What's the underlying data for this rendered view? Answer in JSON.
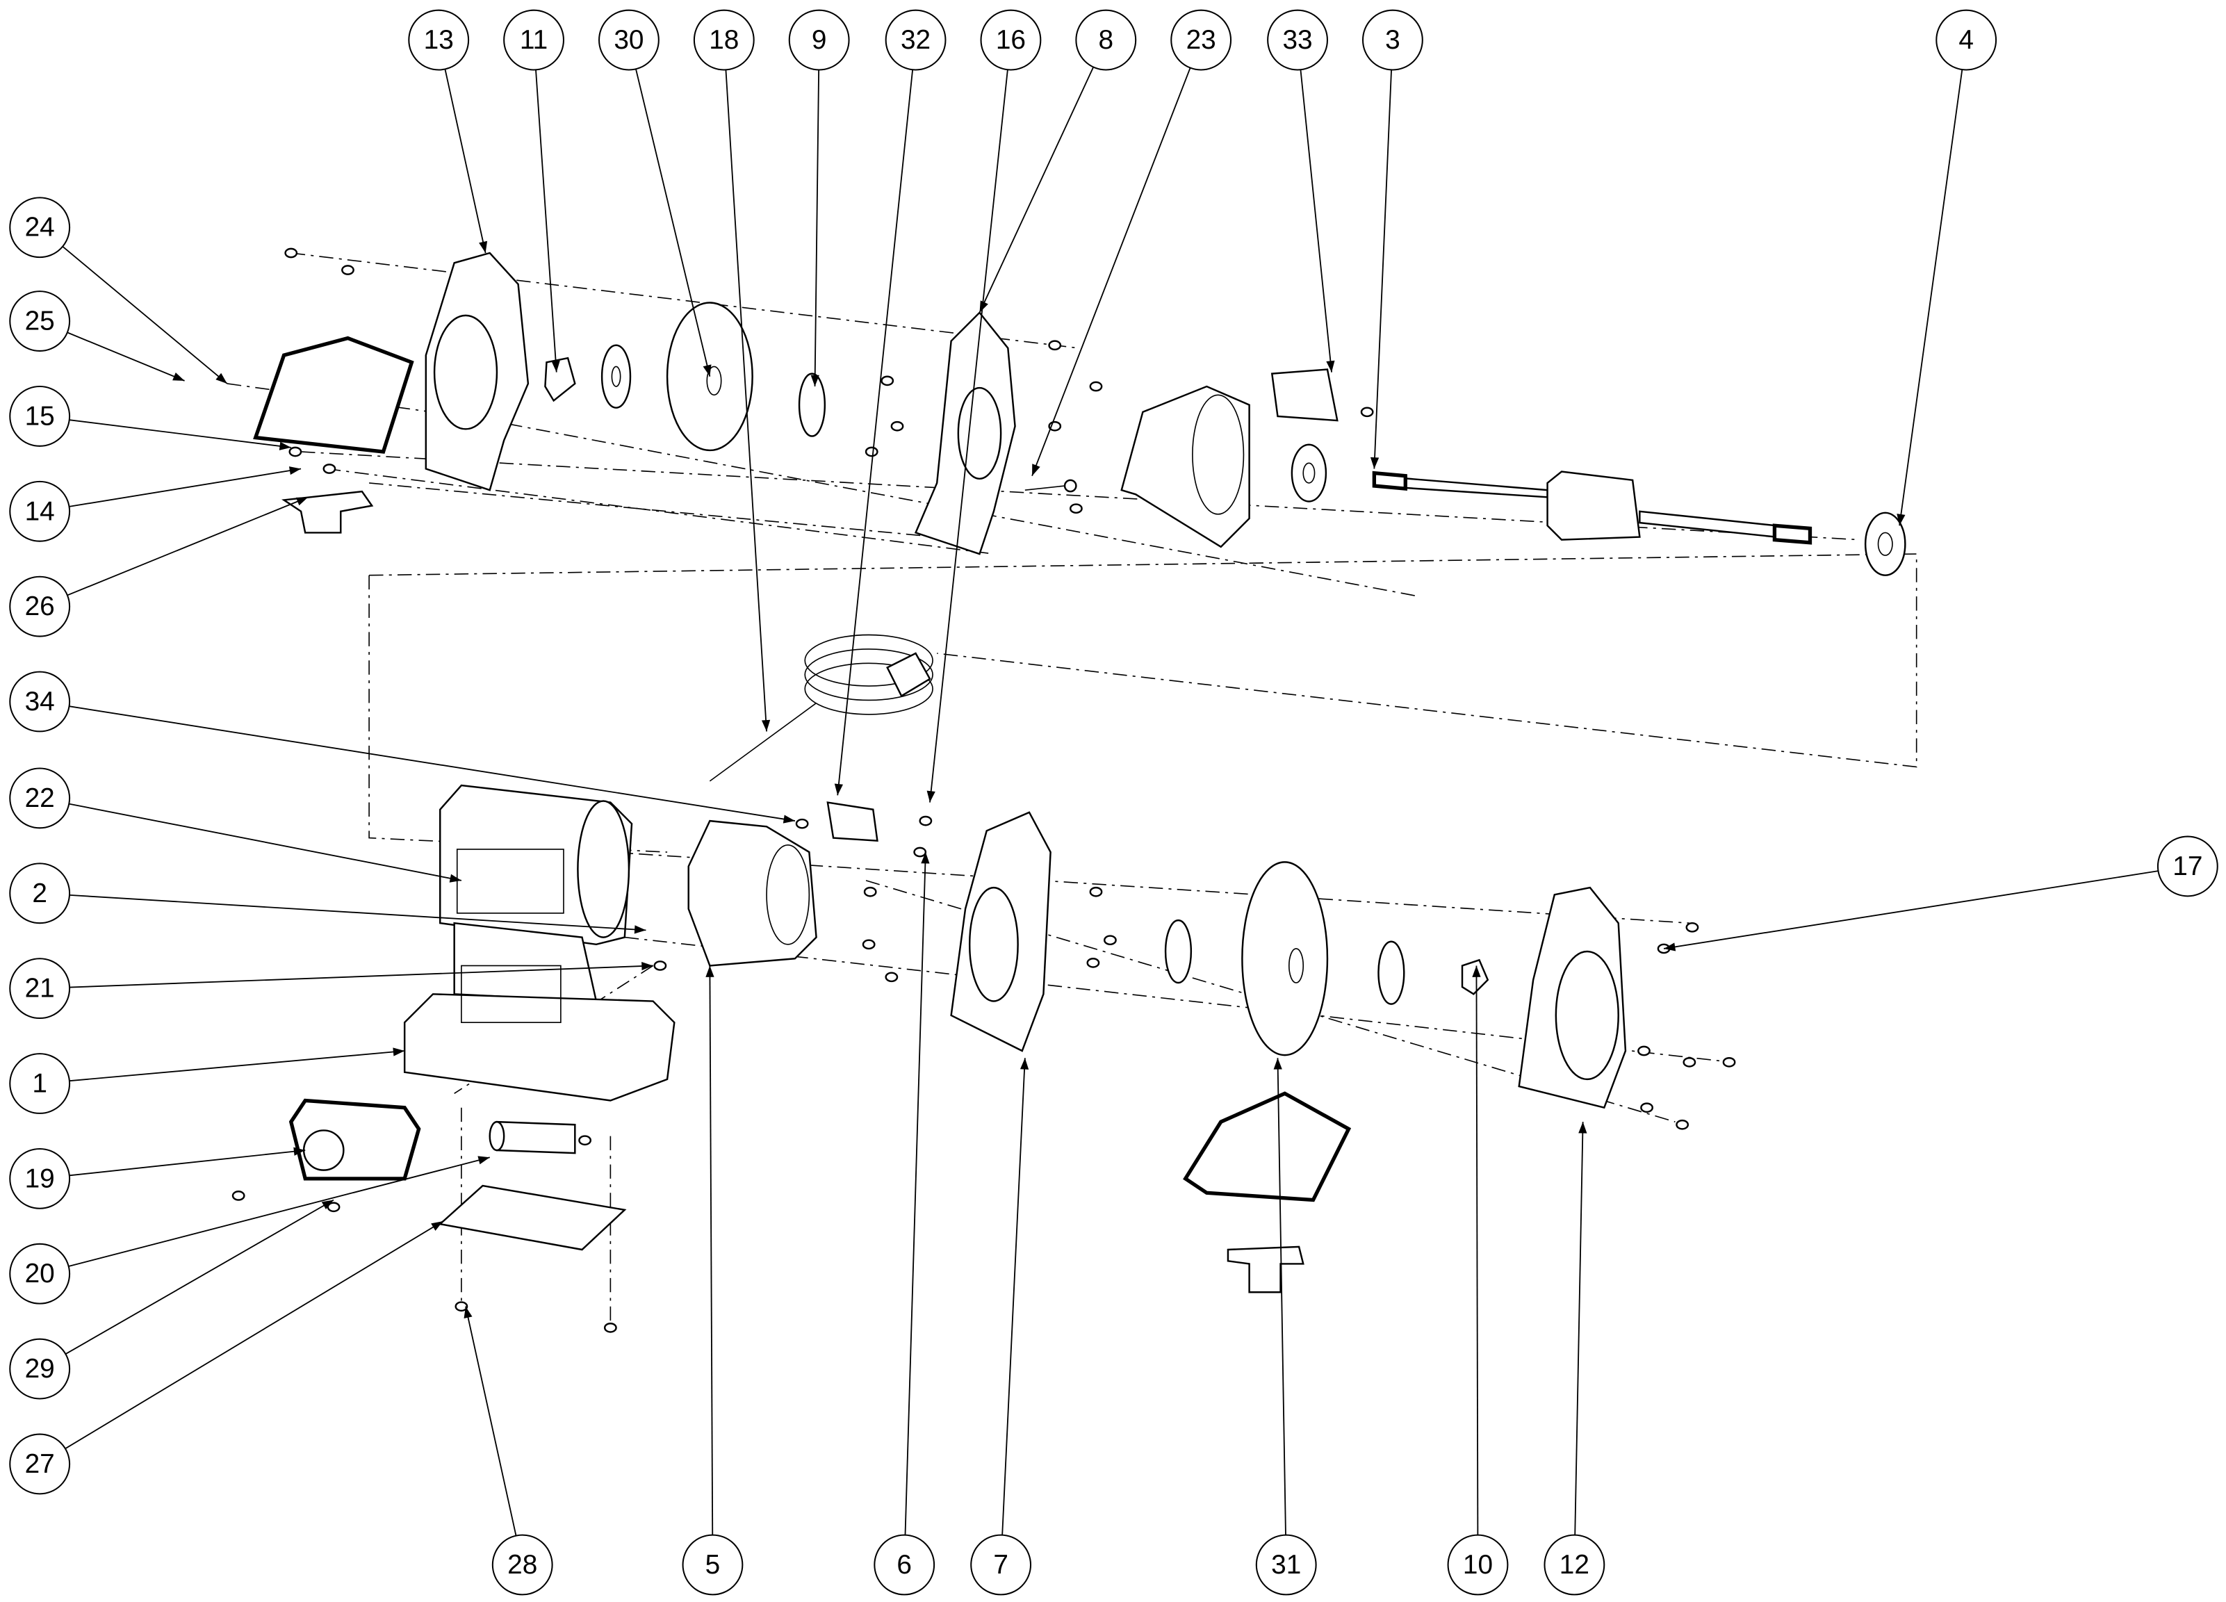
{
  "diagram": {
    "type": "exploded-parts-view",
    "callouts": [
      "13",
      "11",
      "30",
      "18",
      "9",
      "32",
      "16",
      "8",
      "23",
      "33",
      "3",
      "4",
      "24",
      "25",
      "15",
      "14",
      "26",
      "34",
      "22",
      "2",
      "21",
      "1",
      "19",
      "20",
      "29",
      "27",
      "28",
      "5",
      "6",
      "7",
      "31",
      "10",
      "12",
      "17"
    ]
  }
}
